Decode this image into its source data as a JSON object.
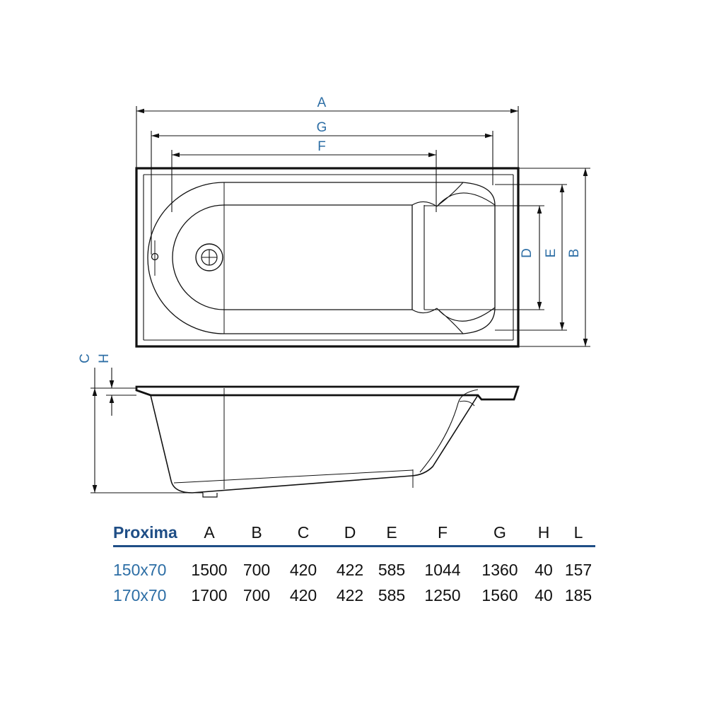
{
  "plan_labels": {
    "a": "A",
    "g": "G",
    "f": "F",
    "d": "D",
    "e": "E",
    "b": "B"
  },
  "section_labels": {
    "c": "C",
    "h": "H"
  },
  "table": {
    "model_header": "Proxima",
    "columns": [
      "A",
      "B",
      "C",
      "D",
      "E",
      "F",
      "G",
      "H",
      "L"
    ],
    "rows": [
      {
        "model": "150x70",
        "values": [
          "1500",
          "700",
          "420",
          "422",
          "585",
          "1044",
          "1360",
          "40",
          "157"
        ]
      },
      {
        "model": "170x70",
        "values": [
          "1700",
          "700",
          "420",
          "422",
          "585",
          "1250",
          "1560",
          "40",
          "185"
        ]
      }
    ]
  },
  "colors": {
    "accent": "#1f4e86",
    "label_blue": "#2d6ea5",
    "line": "#111111"
  }
}
